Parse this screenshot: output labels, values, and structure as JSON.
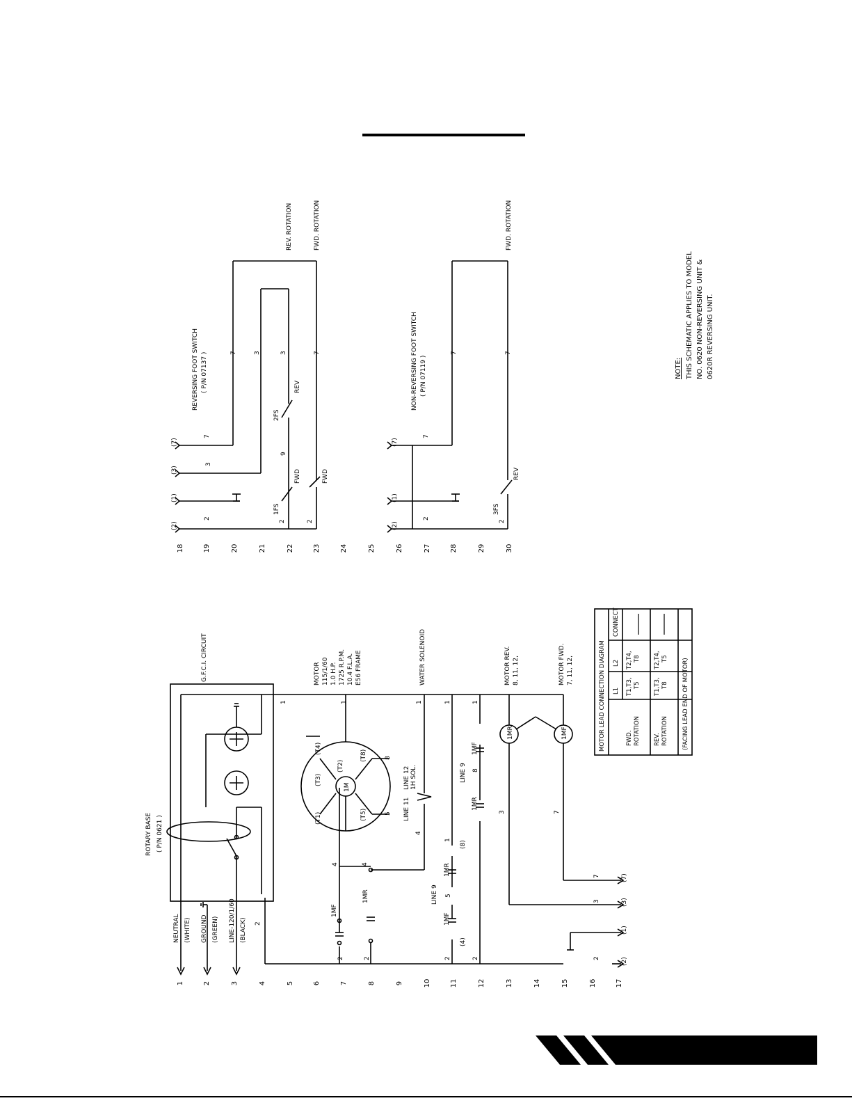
{
  "line_numbers": [
    "1",
    "2",
    "3",
    "4",
    "5",
    "6",
    "7",
    "8",
    "9",
    "10",
    "11",
    "12",
    "13",
    "14",
    "15",
    "16",
    "17",
    "18",
    "19",
    "20",
    "21",
    "22",
    "23",
    "24",
    "25",
    "26",
    "27",
    "28",
    "29",
    "30"
  ],
  "supply": {
    "neutral": "NEUTRAL",
    "neutral_color": "(WHITE)",
    "ground": "GROUND",
    "ground_color": "(GREEN)",
    "line": "LINE-120/1/60",
    "line_color": "(BLACK)"
  },
  "rotary_base": {
    "title": "ROTARY BASE",
    "pn": "( P/N 0621 )"
  },
  "gfci_label": "G.F.C.I. CIRCUIT",
  "motor": {
    "title": "MOTOR",
    "spec1": "115/1/60",
    "spec2": "1.0 H.P.",
    "spec3": "1725 R.P.M.",
    "spec4": "10.4 F.L.A.",
    "spec5": "E56 FRAME",
    "symbol": "1M",
    "t1": "(T1)",
    "t2": "(T2)",
    "t3": "(T3)",
    "t4": "(T4)",
    "t5": "(T5)",
    "t8": "(T8)"
  },
  "water_solenoid": "WATER SOLENOID",
  "solenoid_tag": "1H SOL.",
  "line11": "LINE 11",
  "line12": "LINE 12",
  "line9a": "LINE 9",
  "line9b": "LINE 9",
  "motor_rev": {
    "title": "MOTOR REV.",
    "wires": "8, 11, 12,"
  },
  "motor_fwd": {
    "title": "MOTOR FWD.",
    "wires": "7, 11, 12,"
  },
  "coil_rev": "1MR",
  "coil_fwd": "1MF",
  "contact_1mf": "1MF",
  "contact_1mr": "1MR",
  "wire": {
    "w1": "1",
    "w2": "2",
    "w3": "3",
    "w4": "4",
    "w5": "5",
    "w7": "7",
    "w8": "8",
    "w9": "9"
  },
  "terminal": {
    "t1": "(1)",
    "t2": "(2)",
    "t3": "(3)",
    "t4": "(4)",
    "t7": "(7)",
    "t8": "(8)"
  },
  "reversing_switch": {
    "title": "REVERSING FOOT SWITCH",
    "pn": "( P/N 07137 )"
  },
  "non_reversing_switch": {
    "title": "NON-REVERSING FOOT SWITCH",
    "pn": "( P/N 07119 )"
  },
  "switch_1fs": "1FS",
  "switch_2fs": "2FS",
  "switch_3fs": "3FS",
  "fwd": "FWD",
  "rev": "REV",
  "rev_rotation": "REV. ROTATION",
  "fwd_rotation": "FWD. ROTATION",
  "fwd_rotation_2": "FWD. ROTATION",
  "note": {
    "heading": "NOTE:",
    "line1": "THIS SCHEMATIC APPLIES TO MODEL",
    "line2": "NO. 0620 NON-REVERSING UNIT &",
    "line3": "0620R REVERSING UNIT."
  },
  "lead_table": {
    "title": "MOTOR LEAD CONNECTION DIAGRAM",
    "col_l1": "L1",
    "col_l2": "L2",
    "col_connect": "CONNECT",
    "row_fwd_label1": "FWD.",
    "row_fwd_label2": "ROTATION",
    "row_fwd_l1a": "T1,T3,",
    "row_fwd_l1b": "T5",
    "row_fwd_l2a": "T2,T4,",
    "row_fwd_l2b": "T8",
    "row_rev_label1": "REV.",
    "row_rev_label2": "ROTATION",
    "row_rev_l1a": "T1,T3,",
    "row_rev_l1b": "T8",
    "row_rev_l2a": "T2,T4,",
    "row_rev_l2b": "T5",
    "footer": "(FACING LEAD END OF MOTOR)"
  },
  "colors": {
    "ink": "#000000",
    "paper": "#ffffff"
  }
}
